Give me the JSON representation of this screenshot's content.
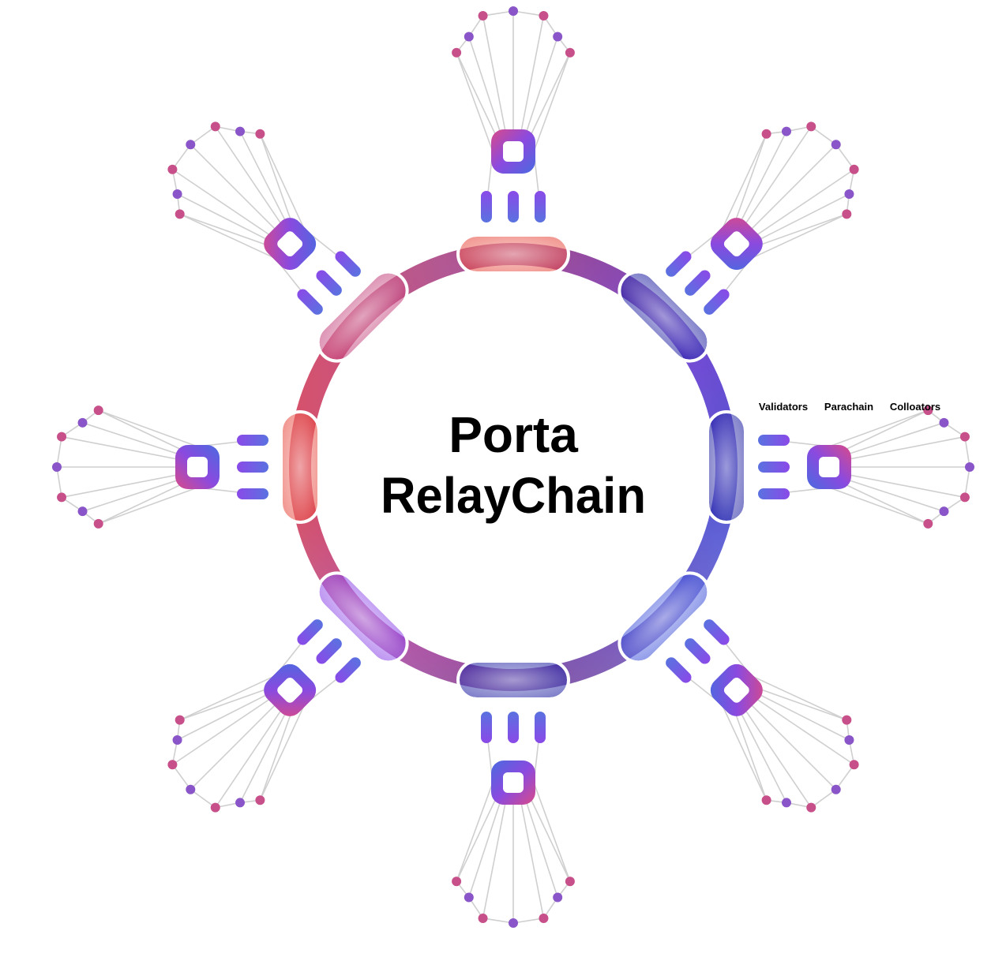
{
  "title": {
    "line1": "Porta",
    "line2": "RelayChain"
  },
  "legend": {
    "validators": "Validators",
    "parachain": "Parachain",
    "colloators": "Colloators"
  },
  "colors": {
    "ring_red": "#e8463a",
    "ring_magenta": "#c2407a",
    "ring_purple": "#8b43e8",
    "ring_blue": "#3a4fd8",
    "ring_navy": "#1a1aa0",
    "ring_orange": "#f0a060",
    "validator_purple": "#7a55ec",
    "validator_blue": "#5a72e0",
    "node_pink": "#c8508a",
    "node_purple": "#8a55c8",
    "edge_gray": "#cfcfcf"
  },
  "parachain_count": 8,
  "validators_per_parachain": 3,
  "collators_per_parachain": 7
}
